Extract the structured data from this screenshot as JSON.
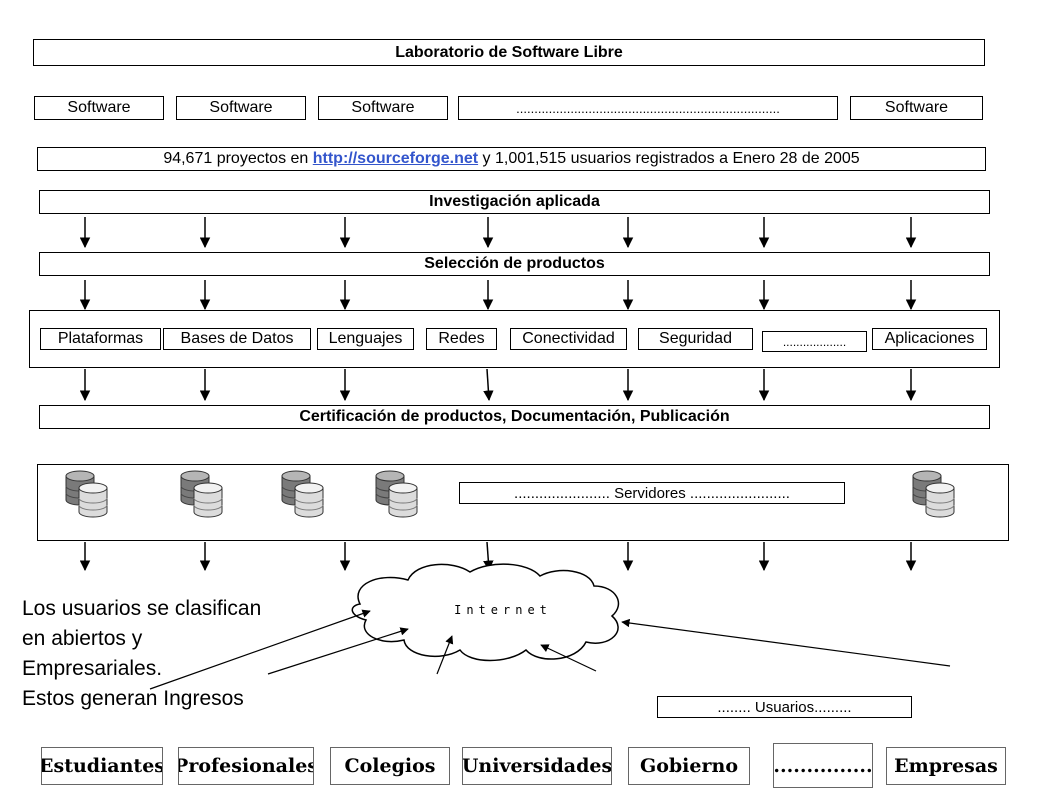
{
  "title": "Laboratorio de Software Libre",
  "software_row": [
    "Software",
    "Software",
    "Software",
    ".........................................................................",
    "Software"
  ],
  "stats": {
    "before": "94,671 proyectos en ",
    "link": "http://sourceforge.net",
    "after": " y 1,001,515 usuarios registrados a Enero 28 de 2005"
  },
  "investigacion": "Investigación aplicada",
  "seleccion": "Selección de productos",
  "categories": [
    "Plataformas",
    "Bases de Datos",
    "Lenguajes",
    "Redes",
    "Conectividad",
    "Seguridad",
    "...................",
    "Aplicaciones"
  ],
  "certificacion": "Certificación de productos, Documentación, Publicación",
  "servidores": "....................... Servidores ........................",
  "internet": "Internet",
  "note_lines": [
    "Los usuarios se clasifican",
    "en abiertos y",
    "Empresariales.",
    "Estos generan Ingresos"
  ],
  "usuarios": "........ Usuarios.........",
  "user_types": [
    "Estudiantes",
    "Profesionales",
    "Colegios",
    "Universidades",
    "Gobierno",
    "...............",
    "Empresas"
  ],
  "icons": [
    "database-icon",
    "cloud-icon"
  ]
}
